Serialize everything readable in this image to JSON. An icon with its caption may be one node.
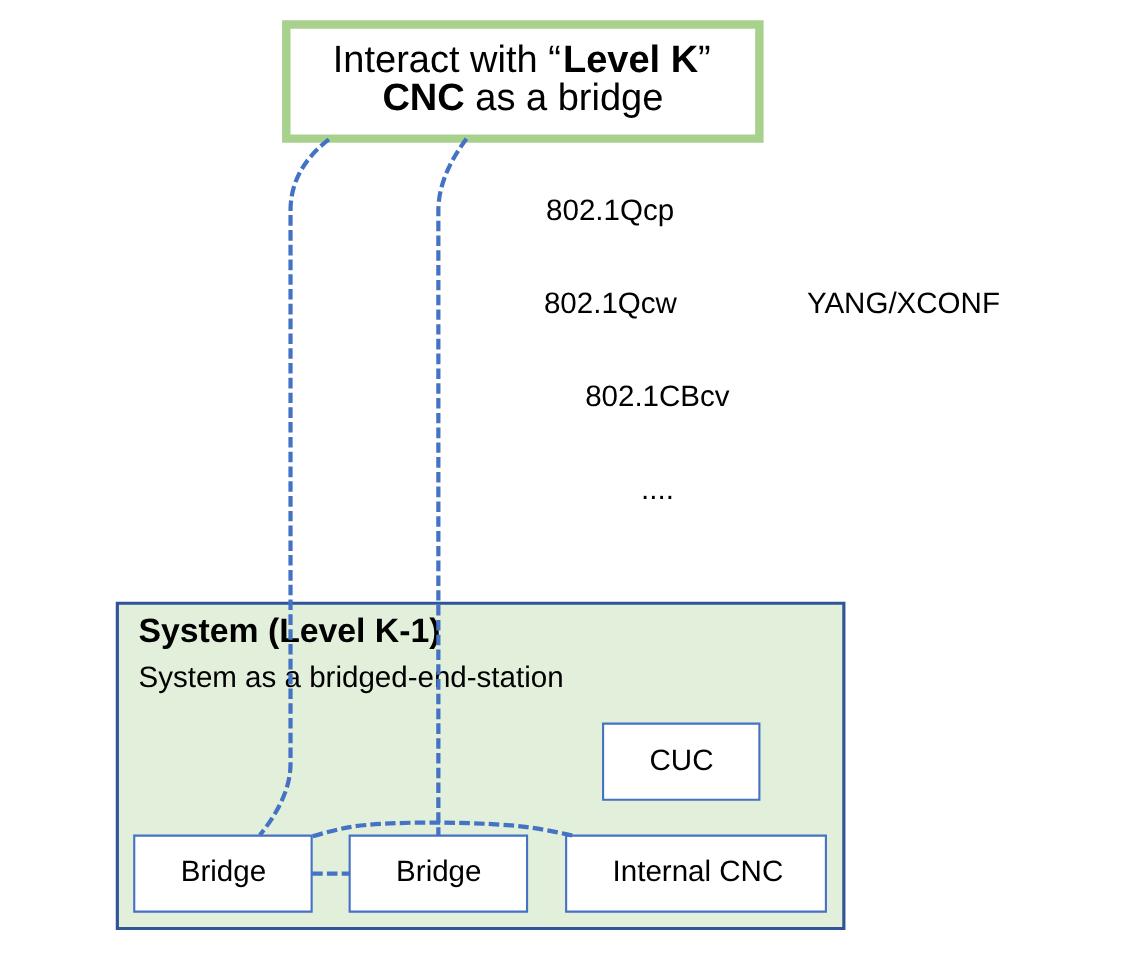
{
  "diagram": {
    "nodes": [
      {
        "text": [
          "Interact with “**Level K**” **CNC** as a bridge"
        ]
      },
      {
        "text": [
          "System (Level K-1)",
          "System as a bridged-end-station"
        ]
      },
      {
        "text": [
          "CUC"
        ],
        "in": 1
      },
      {
        "text": [
          "Internal CNC"
        ],
        "in": 1
      },
      {
        "text": [
          "Bridge"
        ],
        "in": 1
      },
      {
        "text": [
          "Bridge"
        ],
        "in": 1
      }
    ],
    "edges": [
      {
        "from": 0,
        "to": 4,
        "arrow": "none",
        "style": "dashed"
      },
      {
        "from": 0,
        "to": 5,
        "arrow": "none",
        "style": "dashed"
      },
      {
        "from": 3,
        "to": 4,
        "arrow": "none",
        "style": "dashed"
      },
      {
        "from": 4,
        "to": 5,
        "arrow": "none",
        "style": "dashed"
      }
    ],
    "labels": [
      "802.1Qcp",
      "802.1Qcw",
      "802.1CBcv",
      "....",
      "YANG/XCONF"
    ]
  }
}
